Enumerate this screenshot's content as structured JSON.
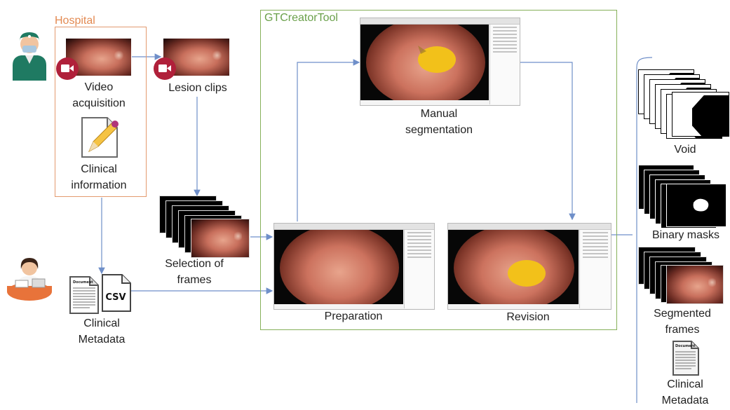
{
  "hospital": {
    "title": "Hospital",
    "video_label": "Video\nacquisition",
    "clinical_label": "Clinical\ninformation"
  },
  "lesion_clips": {
    "label": "Lesion clips"
  },
  "selection": {
    "label": "Selection of\nframes"
  },
  "clinical_metadata": {
    "label": "Clinical\nMetadata",
    "csv_text": "CSV",
    "doc_text": "Document"
  },
  "gtcreator": {
    "title": "GTCreatorTool",
    "manual_label": "Manual\nsegmentation",
    "preparation_label": "Preparation",
    "revision_label": "Revision"
  },
  "outputs": {
    "void_label": "Void",
    "masks_label": "Binary masks",
    "segmented_label": "Segmented\nframes",
    "metadata_label": "Clinical\nMetadata",
    "doc_text": "Document"
  },
  "colors": {
    "hospital_accent": "#e38a52",
    "gt_accent": "#6aa04a",
    "arrow": "#6f8fc9",
    "camera_badge": "#b0203a",
    "polyp": "#f2c11a"
  },
  "icons": [
    "doctor-icon",
    "camera-icon",
    "clinical-pencil-icon",
    "nurse-icon",
    "document-icon",
    "csv-file-icon"
  ]
}
